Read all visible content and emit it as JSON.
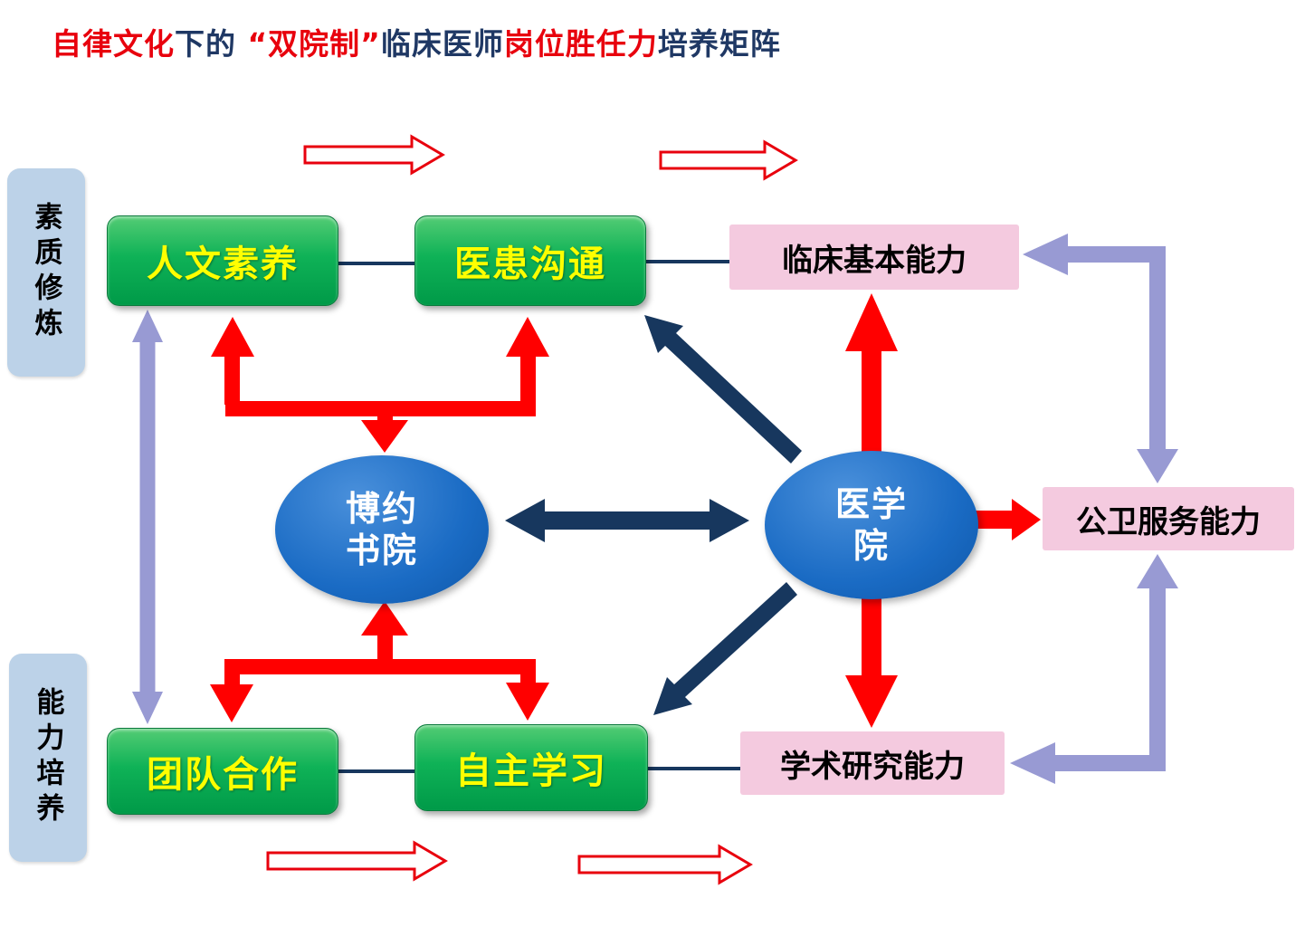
{
  "title": {
    "segments": [
      {
        "text": "自律文化",
        "color": "#E8000D"
      },
      {
        "text": "下的",
        "color": "#1F3864"
      },
      {
        "text": " “双院制”",
        "color": "#E8000D"
      },
      {
        "text": "临床医师",
        "color": "#1F3864"
      },
      {
        "text": "岗位胜任力",
        "color": "#E8000D"
      },
      {
        "text": "培养矩阵",
        "color": "#1F3864"
      }
    ]
  },
  "side_labels": {
    "quality": "素质修炼",
    "ability": "能力培养"
  },
  "nodes": {
    "humanity": "人文素养",
    "doctor_patient": "医患沟通",
    "teamwork": "团队合作",
    "self_learning": "自主学习",
    "clinical_ability": "临床基本能力",
    "public_health": "公卫服务能力",
    "academic_research": "学术研究能力",
    "boyue_line1": "博约",
    "boyue_line2": "书院",
    "medical_line1": "医学",
    "medical_line2": "院"
  },
  "colors": {
    "red_arrow": "#FF0000",
    "navy_arrow": "#17375E",
    "purple_arrow": "#989AD3",
    "green_box": "#0FB257",
    "green_box_text": "#FFFF00",
    "pink_box": "#F4CADF",
    "side_label_bg": "#BCD2E8",
    "ellipse_blue": "#1A6BC4"
  }
}
